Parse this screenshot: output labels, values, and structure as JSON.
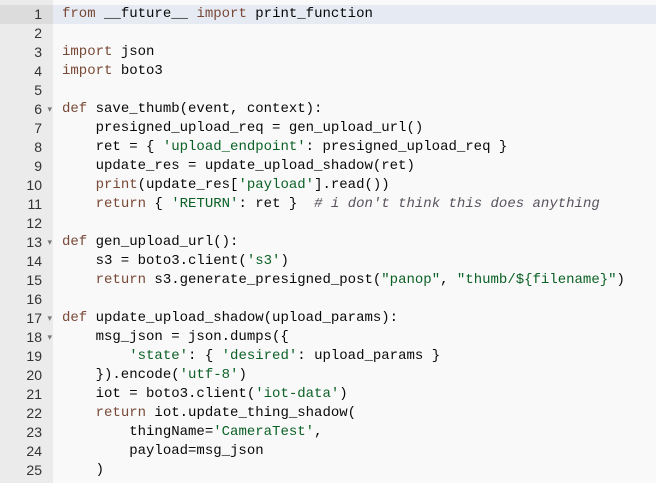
{
  "active_line": 1,
  "fold_lines": [
    6,
    13,
    17,
    18
  ],
  "lines": [
    {
      "n": "1",
      "tokens": [
        {
          "t": "from",
          "c": "kw"
        },
        {
          "t": " __future__ ",
          "c": ""
        },
        {
          "t": "import",
          "c": "kw"
        },
        {
          "t": " print_function",
          "c": ""
        }
      ]
    },
    {
      "n": "2",
      "tokens": []
    },
    {
      "n": "3",
      "tokens": [
        {
          "t": "import",
          "c": "kw"
        },
        {
          "t": " json",
          "c": ""
        }
      ]
    },
    {
      "n": "4",
      "tokens": [
        {
          "t": "import",
          "c": "kw"
        },
        {
          "t": " boto3",
          "c": ""
        }
      ]
    },
    {
      "n": "5",
      "tokens": []
    },
    {
      "n": "6",
      "tokens": [
        {
          "t": "def",
          "c": "kw"
        },
        {
          "t": " save_thumb(event, context):",
          "c": ""
        }
      ]
    },
    {
      "n": "7",
      "tokens": [
        {
          "t": "    presigned_upload_req = gen_upload_url()",
          "c": ""
        }
      ]
    },
    {
      "n": "8",
      "tokens": [
        {
          "t": "    ret = { ",
          "c": ""
        },
        {
          "t": "'upload_endpoint'",
          "c": "str"
        },
        {
          "t": ": presigned_upload_req }",
          "c": ""
        }
      ]
    },
    {
      "n": "9",
      "tokens": [
        {
          "t": "    update_res = update_upload_shadow(ret)",
          "c": ""
        }
      ]
    },
    {
      "n": "10",
      "tokens": [
        {
          "t": "    ",
          "c": ""
        },
        {
          "t": "print",
          "c": "fn"
        },
        {
          "t": "(update_res[",
          "c": ""
        },
        {
          "t": "'payload'",
          "c": "str"
        },
        {
          "t": "].read())",
          "c": ""
        }
      ]
    },
    {
      "n": "11",
      "tokens": [
        {
          "t": "    ",
          "c": ""
        },
        {
          "t": "return",
          "c": "kw"
        },
        {
          "t": " { ",
          "c": ""
        },
        {
          "t": "'RETURN'",
          "c": "str"
        },
        {
          "t": ": ret }  ",
          "c": ""
        },
        {
          "t": "# i don't think this does anything",
          "c": "cm"
        }
      ]
    },
    {
      "n": "12",
      "tokens": []
    },
    {
      "n": "13",
      "tokens": [
        {
          "t": "def",
          "c": "kw"
        },
        {
          "t": " gen_upload_url():",
          "c": ""
        }
      ]
    },
    {
      "n": "14",
      "tokens": [
        {
          "t": "    s3 = boto3.client(",
          "c": ""
        },
        {
          "t": "'s3'",
          "c": "str"
        },
        {
          "t": ")",
          "c": ""
        }
      ]
    },
    {
      "n": "15",
      "tokens": [
        {
          "t": "    ",
          "c": ""
        },
        {
          "t": "return",
          "c": "kw"
        },
        {
          "t": " s3.generate_presigned_post(",
          "c": ""
        },
        {
          "t": "\"panop\"",
          "c": "str"
        },
        {
          "t": ", ",
          "c": ""
        },
        {
          "t": "\"thumb/${filename}\"",
          "c": "str"
        },
        {
          "t": ")",
          "c": ""
        }
      ]
    },
    {
      "n": "16",
      "tokens": []
    },
    {
      "n": "17",
      "tokens": [
        {
          "t": "def",
          "c": "kw"
        },
        {
          "t": " update_upload_shadow(upload_params):",
          "c": ""
        }
      ]
    },
    {
      "n": "18",
      "tokens": [
        {
          "t": "    msg_json = json.dumps({",
          "c": ""
        }
      ]
    },
    {
      "n": "19",
      "tokens": [
        {
          "t": "        ",
          "c": ""
        },
        {
          "t": "'state'",
          "c": "str"
        },
        {
          "t": ": { ",
          "c": ""
        },
        {
          "t": "'desired'",
          "c": "str"
        },
        {
          "t": ": upload_params }",
          "c": ""
        }
      ]
    },
    {
      "n": "20",
      "tokens": [
        {
          "t": "    }).encode(",
          "c": ""
        },
        {
          "t": "'utf-8'",
          "c": "str"
        },
        {
          "t": ")",
          "c": ""
        }
      ]
    },
    {
      "n": "21",
      "tokens": [
        {
          "t": "    iot = boto3.client(",
          "c": ""
        },
        {
          "t": "'iot-data'",
          "c": "str"
        },
        {
          "t": ")",
          "c": ""
        }
      ]
    },
    {
      "n": "22",
      "tokens": [
        {
          "t": "    ",
          "c": ""
        },
        {
          "t": "return",
          "c": "kw"
        },
        {
          "t": " iot.update_thing_shadow(",
          "c": ""
        }
      ]
    },
    {
      "n": "23",
      "tokens": [
        {
          "t": "        thingName=",
          "c": ""
        },
        {
          "t": "'CameraTest'",
          "c": "str"
        },
        {
          "t": ",",
          "c": ""
        }
      ]
    },
    {
      "n": "24",
      "tokens": [
        {
          "t": "        payload=msg_json",
          "c": ""
        }
      ]
    },
    {
      "n": "25",
      "tokens": [
        {
          "t": "    )",
          "c": ""
        }
      ]
    }
  ]
}
